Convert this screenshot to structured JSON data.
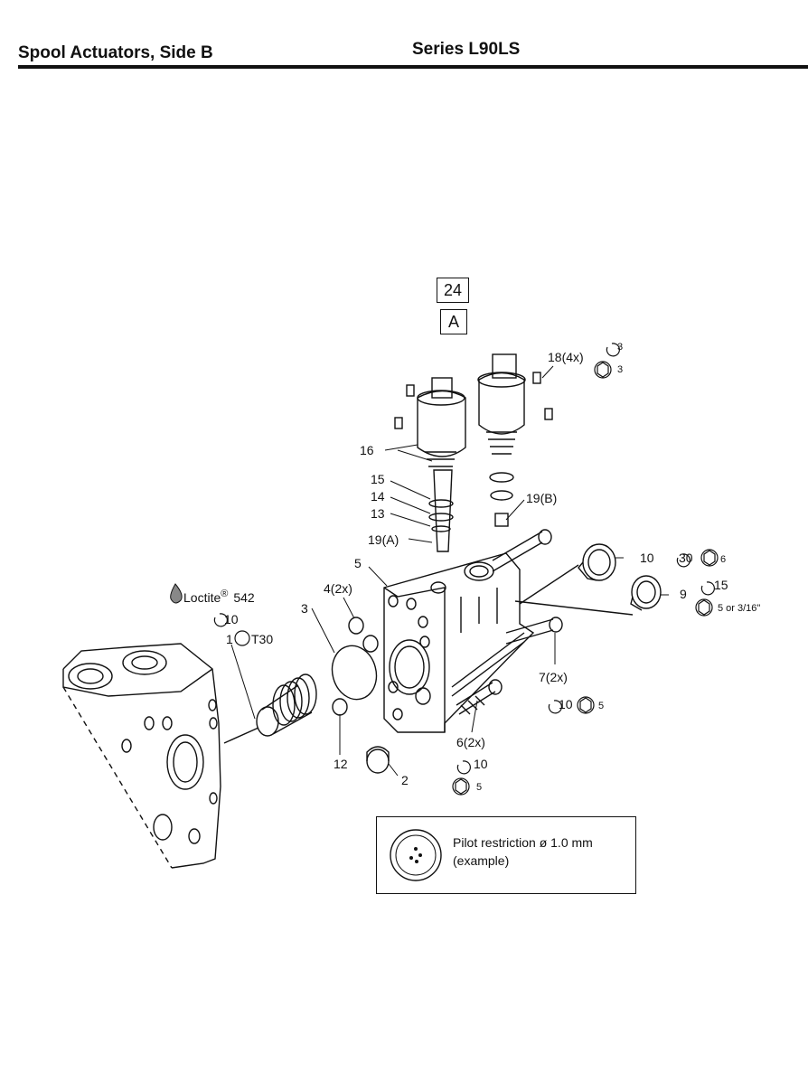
{
  "header": {
    "left_title": "Spool Actuators, Side B",
    "right_title": "Series L90LS"
  },
  "boxes": {
    "top": "24",
    "bottom": "A"
  },
  "callouts": {
    "c18": "18(4x)",
    "c18_torque": "3",
    "c18_hex": "3",
    "c16": "16",
    "c15": "15",
    "c14": "14",
    "c13": "13",
    "c19a": "19(A)",
    "c19b": "19(B)",
    "c5": "5",
    "c4": "4(2x)",
    "c3": "3",
    "loctite": "Loctite",
    "loctite_reg": "®",
    "loctite_num": "542",
    "loctite_torque": "10",
    "c1": "1",
    "c1_drive": "T30",
    "c10": "10",
    "c10_torque": "30",
    "c10_hex": "6",
    "c9": "9",
    "c9_torque": "15",
    "c9_hex": "5 or 3/16\"",
    "c7": "7(2x)",
    "c7_torque": "10",
    "c7_hex": "5",
    "c6": "6(2x)",
    "c6_torque": "10",
    "c6_hex": "5",
    "c12": "12",
    "c2": "2"
  },
  "note": {
    "line1": "Pilot restriction ø 1.0 mm",
    "line2": "(example)"
  }
}
